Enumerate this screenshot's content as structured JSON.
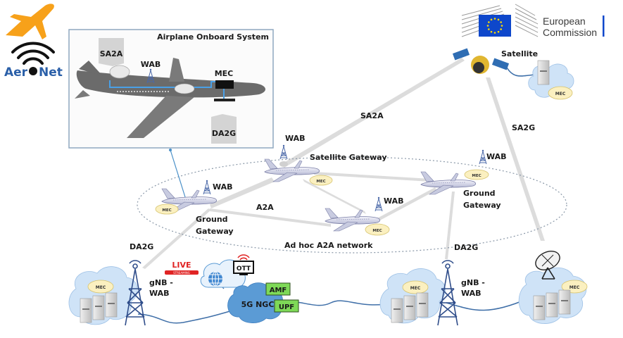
{
  "logos": {
    "aeronet": {
      "text_left": "Aer",
      "text_right": "Net",
      "icons": [
        "airplane-icon",
        "wifi-icon"
      ]
    },
    "european_commission": {
      "line1": "European",
      "line2": "Commission",
      "accent": "#0e47cb"
    }
  },
  "inset": {
    "title": "Airplane Onboard System",
    "labels": {
      "sa2a": "SA2A",
      "wab": "WAB",
      "mec": "MEC",
      "da2g": "DA2G"
    }
  },
  "satellite": {
    "label": "Satellite",
    "mec": "MEC"
  },
  "links": {
    "sa2a": "SA2A",
    "sa2g": "SA2G",
    "a2a": "A2A",
    "da2g_left": "DA2G",
    "da2g_right": "DA2G"
  },
  "network": {
    "name": "Ad hoc A2A network",
    "aircraft": [
      {
        "role_line1": "Ground",
        "role_line2": "Gateway",
        "wab": "WAB",
        "mec": "MEC"
      },
      {
        "role_line1": "Satellite Gateway",
        "role_line2": "",
        "wab": "WAB",
        "mec": "MEC"
      },
      {
        "role_line1": "",
        "role_line2": "",
        "wab": "WAB",
        "mec": "MEC"
      },
      {
        "role_line1": "Ground",
        "role_line2": "Gateway",
        "wab": "WAB",
        "mec": "MEC"
      }
    ]
  },
  "ground": {
    "left_station": {
      "mec": "MEC",
      "tower_line1": "gNB -",
      "tower_line2": "WAB"
    },
    "right_station": {
      "mec": "MEC",
      "tower_line1": "gNB -",
      "tower_line2": "WAB"
    },
    "satellite_ground_station": {
      "mec": "MEC"
    },
    "core": {
      "label": "5G NGC",
      "functions": [
        "AMF",
        "UPF"
      ]
    },
    "services": {
      "live": "LIVE",
      "live_sub": "STREAMING",
      "ott": "OTT"
    }
  },
  "colors": {
    "airplane_orange": "#f7a11a",
    "aeronet_blue": "#2a5fa8",
    "eu_blue": "#0e47cb",
    "eu_star": "#ffdd00",
    "mec_fill": "#fbf0c0",
    "cloud_blue": "#cfe3f7",
    "core_blue": "#5b9bd5",
    "nf_green": "#7ed957",
    "link_grey": "#d6d6d6",
    "tower_blue": "#2f4d8a"
  }
}
